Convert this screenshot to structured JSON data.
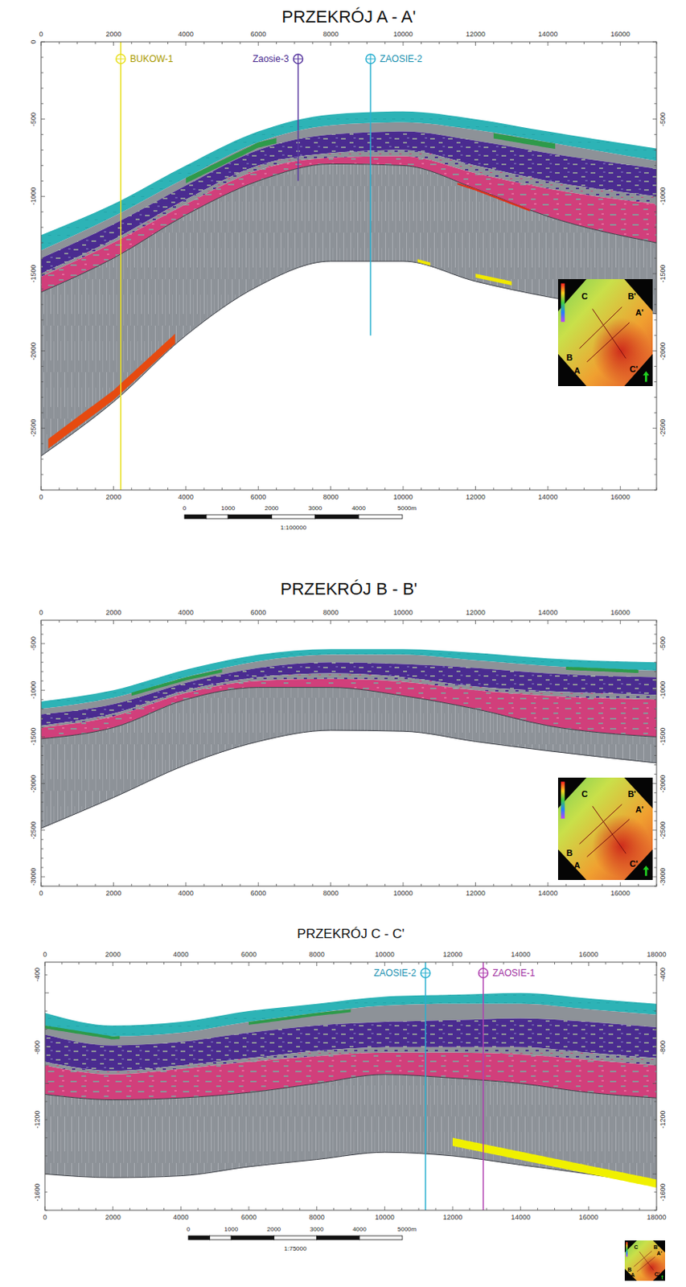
{
  "diagram": {
    "labels": [
      "PRZEKRÓJ A - A'",
      "0",
      "2000",
      "4000",
      "6000",
      "8000",
      "10000",
      "12000",
      "14000",
      "16000",
      "0",
      "-500",
      "-1000",
      "-1500",
      "-2000",
      "-2500",
      "-500",
      "-1000",
      "-1500",
      "-2000",
      "-2500",
      "0",
      "2000",
      "4000",
      "6000",
      "8000",
      "10000",
      "12000",
      "14000",
      "16000",
      "BUKOW-1",
      "Zaosie-3",
      "ZAOSIE-2",
      "0",
      "1000",
      "2000",
      "3000",
      "4000",
      "5000m",
      "1:100000",
      "C",
      "B'",
      "A'",
      "B",
      "A",
      "C'",
      "PRZEKRÓJ B - B'",
      "0",
      "2000",
      "4000",
      "6000",
      "8000",
      "10000",
      "12000",
      "14000",
      "16000",
      "-500",
      "-1000",
      "-1500",
      "-2000",
      "-2500",
      "-3000",
      "-500",
      "-1000",
      "-1500",
      "-2000",
      "-2500",
      "-3000",
      "0",
      "2000",
      "4000",
      "6000",
      "8000",
      "10000",
      "12000",
      "14000",
      "16000",
      "C",
      "B'",
      "A'",
      "B",
      "A",
      "C'",
      "PRZEKRÓJ C - C'",
      "0",
      "2000",
      "4000",
      "6000",
      "8000",
      "10000",
      "12000",
      "14000",
      "16000",
      "18000",
      "-400",
      "-800",
      "-1200",
      "-1600",
      "-400",
      "-800",
      "-1200",
      "-1600",
      "0",
      "2000",
      "4000",
      "6000",
      "8000",
      "10000",
      "12000",
      "14000",
      "16000",
      "18000",
      "ZAOSIE-2",
      "ZAOSIE-1",
      "0",
      "1000",
      "2000",
      "3000",
      "4000",
      "5000m",
      "1:75000",
      "C",
      "B'",
      "A'",
      "B",
      "A",
      "C'"
    ]
  }
}
